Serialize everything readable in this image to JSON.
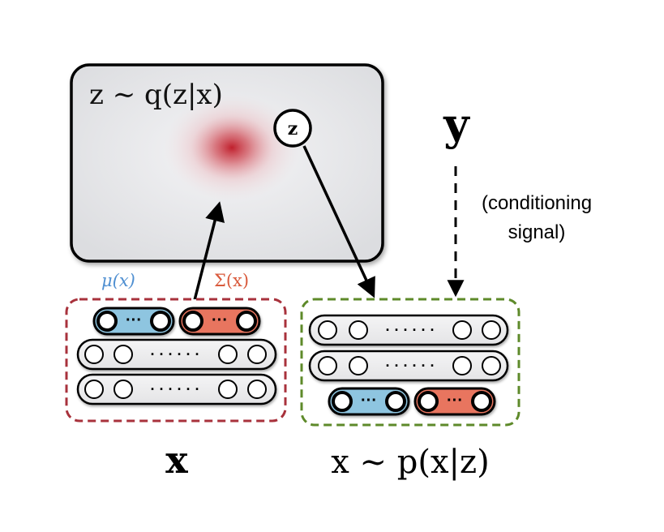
{
  "latent_box": {
    "label": "z ∼ q(z|x)",
    "z_node_label": "z"
  },
  "conditioning": {
    "y_label": "y",
    "caption_line1": "(conditioning",
    "caption_line2": "signal)"
  },
  "encoder": {
    "mu_label": "μ(x)",
    "sigma_label": "Σ(x)",
    "ellipsis": "· · · · · ·",
    "short_ellipsis": "···",
    "bottom_label": "x"
  },
  "decoder": {
    "ellipsis": "· · · · · ·",
    "short_ellipsis": "···",
    "bottom_label": "x ∼ p(x|z)"
  },
  "colors": {
    "mu_fill": "#8ec5e0",
    "sigma_fill": "#e8755e",
    "mu_text": "#4f8fd1",
    "sigma_text": "#d95a3c",
    "encoder_border": "#a8323c",
    "decoder_border": "#5e8a2a",
    "gaussian_center": "#c0202d"
  }
}
